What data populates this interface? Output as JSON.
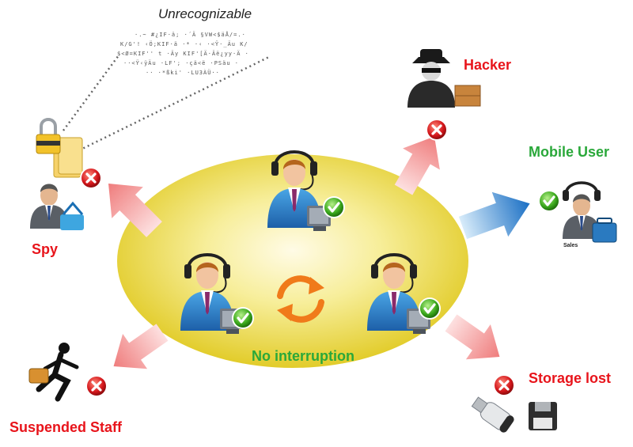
{
  "labels": {
    "unrecognizable": "Unrecognizable",
    "hacker": "Hacker",
    "mobile_user": "Mobile User",
    "spy": "Spy",
    "suspended_staff": "Suspended Staff",
    "storage_lost": "Storage lost",
    "no_interruption": "No interruption",
    "sales": "Sales"
  },
  "cipher_lines": [
    "·.~ #¿IF·ä;  ·´Ä    §VW<$äÅ/=.·",
    "K/G'! ‹Ö;KIF·ä ·* ·‹ ·<Ÿ·_Äu K/",
    "$<Ø=KIF'' t ·Äy KIF'[Ä·Äë¿yy·Ä ·",
    "··<Ÿ‹ÿÄu ·LF'; ·çä<ë ·PSäu ·",
    "·· ·*ßki' ·LU3ÀÜ··"
  ],
  "colors": {
    "alert_red": "#e8141b",
    "ok_green": "#2aa83a",
    "ellipse_yellow": "#f2e25a",
    "arrow_pink": "#f08a8a",
    "arrow_blue": "#1a78c8",
    "sync_orange": "#f07a1a"
  }
}
